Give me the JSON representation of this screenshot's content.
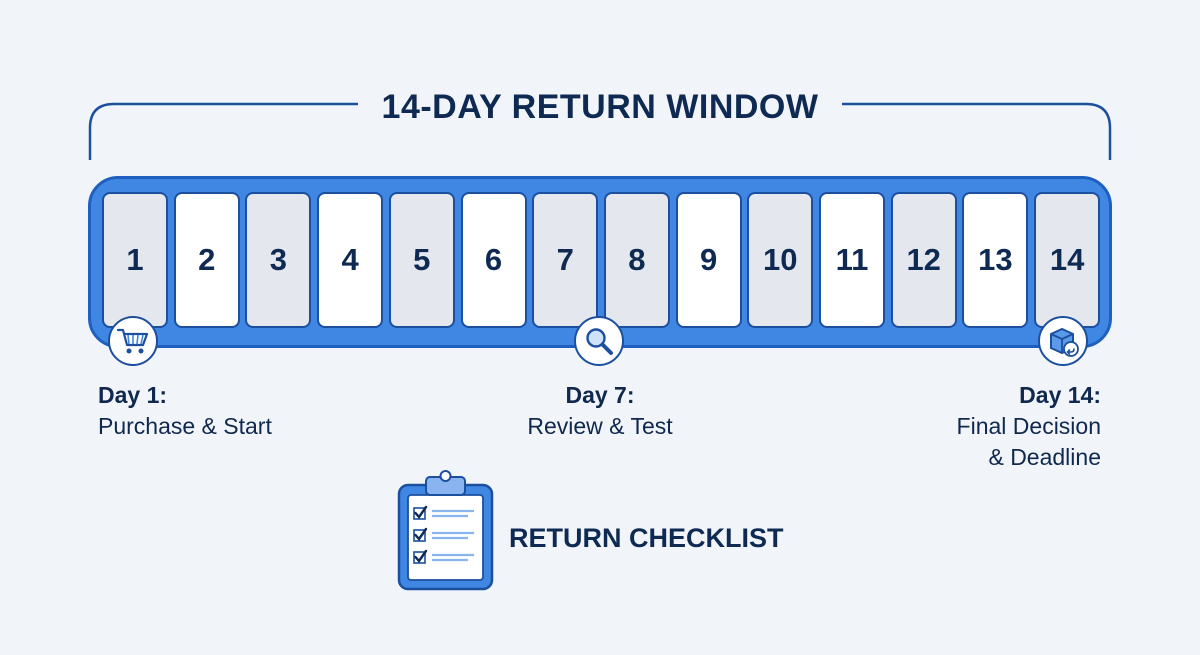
{
  "header": {
    "title": "14-DAY RETURN WINDOW"
  },
  "timeline": {
    "days": [
      "1",
      "2",
      "3",
      "4",
      "5",
      "6",
      "7",
      "8",
      "9",
      "10",
      "11",
      "12",
      "13",
      "14"
    ],
    "shaded": [
      1,
      3,
      5,
      7,
      8,
      10,
      12,
      14
    ]
  },
  "milestones": [
    {
      "day_label": "Day 1:",
      "desc_lines": [
        "Purchase & Start"
      ],
      "icon": "shopping-cart-icon"
    },
    {
      "day_label": "Day 7:",
      "desc_lines": [
        "Review & Test"
      ],
      "icon": "magnifier-icon"
    },
    {
      "day_label": "Day 14:",
      "desc_lines": [
        "Final Decision",
        "& Deadline"
      ],
      "icon": "return-box-icon"
    }
  ],
  "checklist": {
    "label": "RETURN CHECKLIST",
    "icon": "clipboard-checklist-icon"
  },
  "colors": {
    "accent": "#3f87e3",
    "outline": "#1c4f9e",
    "text": "#0f2a52",
    "background": "#f1f5f9",
    "cell_light": "#ffffff",
    "cell_shade": "#e4e8ee"
  }
}
